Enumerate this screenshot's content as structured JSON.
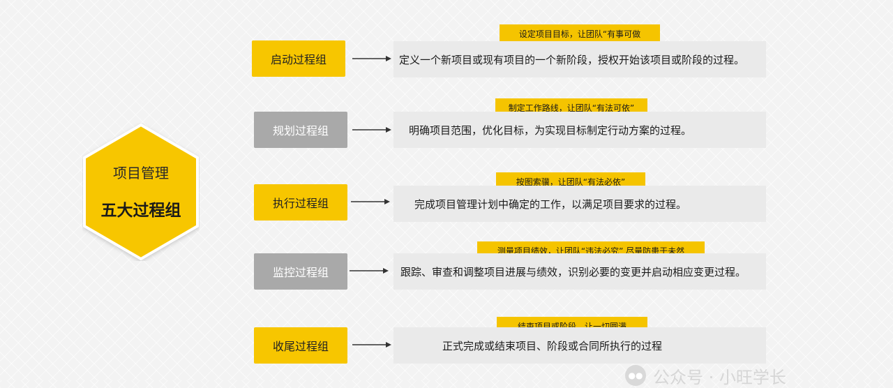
{
  "center": {
    "title": "项目管理",
    "subtitle": "五大过程组",
    "fill_color": "#f7c600",
    "border_color": "#ffffff"
  },
  "colors": {
    "yellow": "#f7c600",
    "gray": "#a9a9a9",
    "desc_bg": "#eaeaea",
    "tag_bg": "#f5c400",
    "arrow": "#333333"
  },
  "groups": [
    {
      "label": "启动过程组",
      "style": "yellow",
      "tag": "设定项目目标，让团队“有事可做",
      "description": "定义一个新项目或现有项目的一个新阶段，授权开始该项目或阶段的过程。"
    },
    {
      "label": "规划过程组",
      "style": "gray",
      "tag": "制定工作路线，让团队“有法可依”",
      "description": "明确项目范围，优化目标，为实现目标制定行动方案的过程。"
    },
    {
      "label": "执行过程组",
      "style": "yellow",
      "tag": "按图索骥，让团队“有法必依”",
      "description": "完成项目管理计划中确定的工作，以满足项目要求的过程。"
    },
    {
      "label": "监控过程组",
      "style": "gray",
      "tag": "测量项目绩效，让团队“违法必究” 尽量防患于未然",
      "description": "跟踪、审查和调整项目进展与绩效，识别必要的变更并启动相应变更过程。"
    },
    {
      "label": "收尾过程组",
      "style": "yellow",
      "tag": "结束项目或阶段，让一切圆满",
      "description": "正式完成或结束项目、阶段或合同所执行的过程"
    }
  ],
  "watermark": {
    "icon": "wechat-icon",
    "text": "公众号 · 小旺学长"
  }
}
